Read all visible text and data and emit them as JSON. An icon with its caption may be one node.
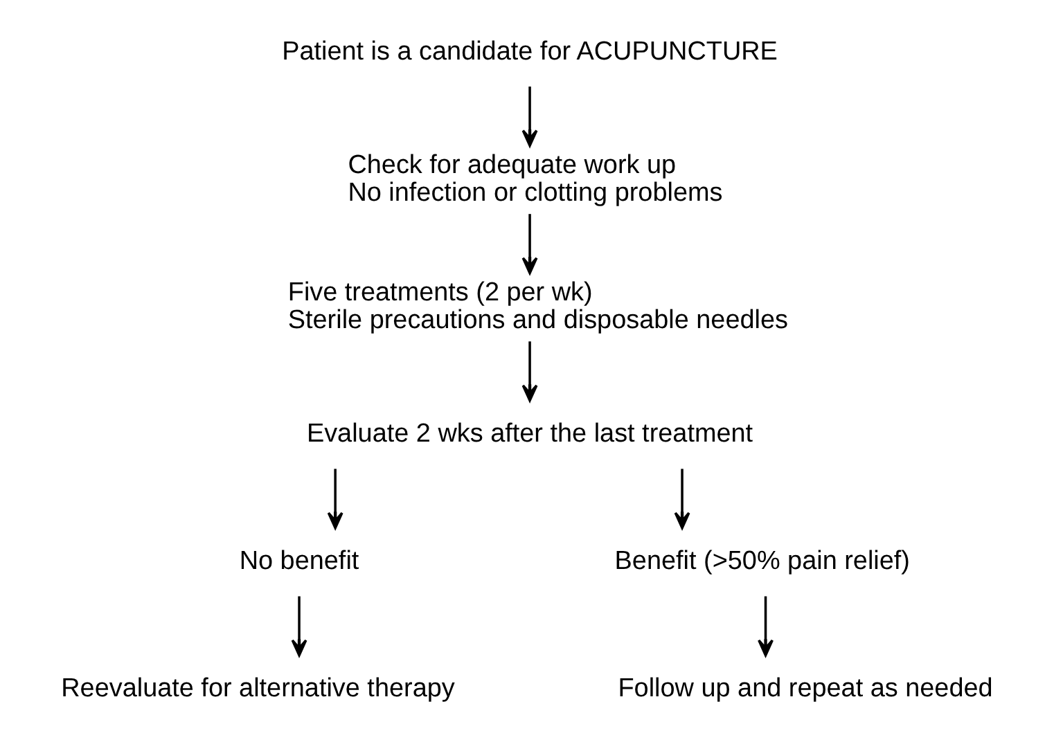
{
  "diagram": {
    "nodes": [
      {
        "text": [
          "Patient is a candidate for ACUPUNCTURE"
        ]
      },
      {
        "text": [
          "Check for adequate work up",
          "No infection or clotting problems"
        ]
      },
      {
        "text": [
          "Five treatments (2 per wk)",
          "Sterile precautions and disposable needles"
        ]
      },
      {
        "text": [
          "Evaluate 2 wks after the last treatment"
        ]
      },
      {
        "text": [
          "No benefit"
        ]
      },
      {
        "text": [
          "Benefit (>50% pain relief)"
        ]
      },
      {
        "text": [
          "Reevaluate for alternative therapy"
        ]
      },
      {
        "text": [
          "Follow up and repeat as needed"
        ]
      }
    ],
    "edges": [
      {
        "from": 0,
        "to": 1,
        "arrow": "to"
      },
      {
        "from": 1,
        "to": 2,
        "arrow": "to"
      },
      {
        "from": 2,
        "to": 3,
        "arrow": "to"
      },
      {
        "from": 3,
        "to": 4,
        "arrow": "to"
      },
      {
        "from": 3,
        "to": 5,
        "arrow": "to"
      },
      {
        "from": 4,
        "to": 6,
        "arrow": "to"
      },
      {
        "from": 5,
        "to": 7,
        "arrow": "to"
      }
    ]
  }
}
